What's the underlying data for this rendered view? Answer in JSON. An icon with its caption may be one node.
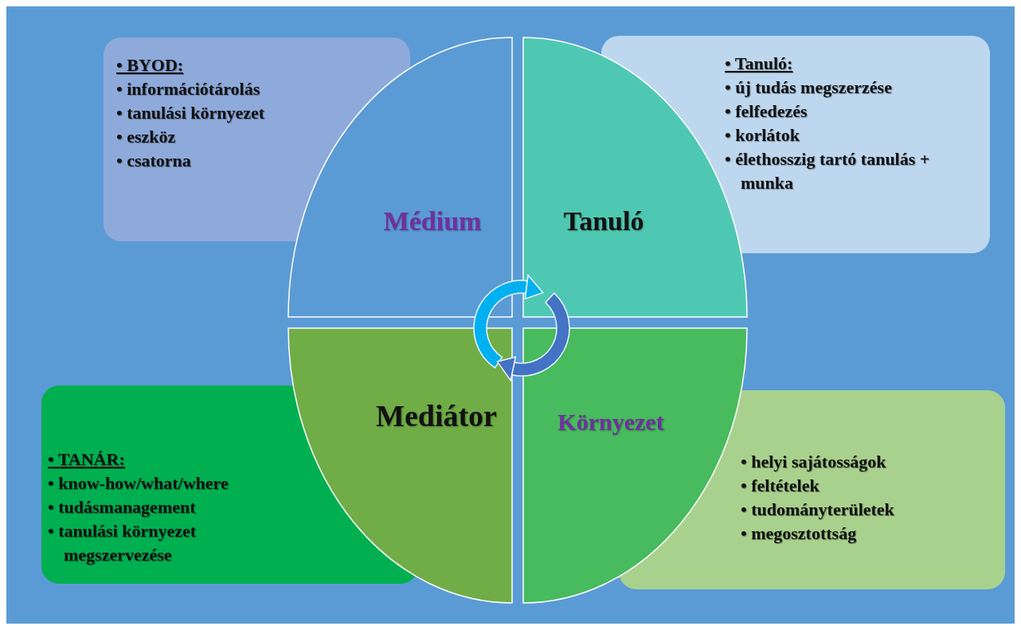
{
  "diagram": {
    "nodes": [
      {
        "text": [
          "• BYOD:",
          "• információtárolás",
          "• tanulási környezet",
          "• eszköz",
          "• csatorna"
        ]
      },
      {
        "text": [
          "• Tanuló:",
          "• új tudás megszerzése",
          "• felfedezés",
          "• korlátok",
          "• élethosszig tartó tanulás + munka"
        ]
      },
      {
        "text": [
          "Médium"
        ]
      },
      {
        "text": [
          "Tanuló"
        ]
      },
      {
        "text": [
          "Mediátor"
        ]
      },
      {
        "text": [
          "Környezet"
        ]
      },
      {
        "text": [
          "• TANÁR:",
          "• know-how/what/where",
          "• tudásmanagement",
          "• tanulási környezet megszervezése"
        ]
      },
      {
        "text": [
          "• helyi sajátosságok",
          "• feltételek",
          "• tudományterületek",
          "• megosztottság"
        ]
      }
    ]
  }
}
